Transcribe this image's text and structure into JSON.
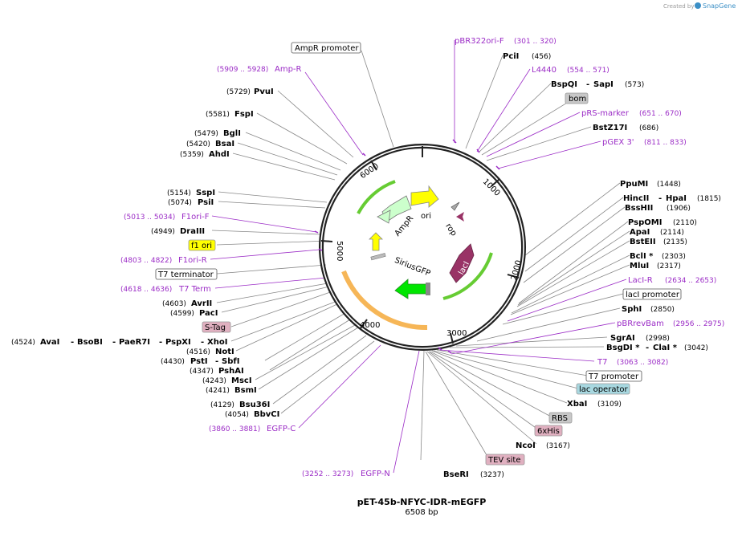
{
  "header": {
    "created_by": "Created by",
    "brand": "SnapGene"
  },
  "plasmid": {
    "name": "pET-45b-NFYC-IDR-mEGFP",
    "length": "6508 bp",
    "ticks": [
      "1000",
      "2000",
      "3000",
      "4000",
      "5000",
      "6000"
    ]
  },
  "features": {
    "ori": "ori",
    "rop": "rop",
    "ampr": "AmpR",
    "laci": "lacI",
    "siriusgfp": "SiriusGFP"
  },
  "labels": {
    "ampr_promoter": "AmpR promoter",
    "amp_r": "Amp-R",
    "amp_r_range": "(5909 .. 5928)",
    "pvui": "PvuI",
    "pvui_pos": "(5729)",
    "fspi": "FspI",
    "fspi_pos": "(5581)",
    "bgli": "BglI",
    "bgli_pos": "(5479)",
    "bsai": "BsaI",
    "bsai_pos": "(5420)",
    "ahdi": "AhdI",
    "ahdi_pos": "(5359)",
    "sspi": "SspI",
    "sspi_pos": "(5154)",
    "psii": "PsiI",
    "psii_pos": "(5074)",
    "f1ori_f": "F1ori-F",
    "f1ori_f_range": "(5013 .. 5034)",
    "draiii": "DraIII",
    "draiii_pos": "(4949)",
    "f1_ori": "f1 ori",
    "f1ori_r": "F1ori-R",
    "f1ori_r_range": "(4803 .. 4822)",
    "t7_terminator": "T7 terminator",
    "t7_term": "T7 Term",
    "t7_term_range": "(4618 .. 4636)",
    "avrii": "AvrII",
    "avrii_pos": "(4603)",
    "paci": "PacI",
    "paci_pos": "(4599)",
    "s_tag": "S-Tag",
    "multi_pos": "(4524)",
    "avai": "AvaI",
    "bsobi": "BsoBI",
    "paer7i": "PaeR7I",
    "pspxi": "PspXI",
    "xhoi": "XhoI",
    "noti": "NotI",
    "noti_pos": "(4516)",
    "psti": "PstI",
    "sbfi": "SbfI",
    "psti_pos": "(4430)",
    "pshai": "PshAI",
    "pshai_pos": "(4347)",
    "msci": "MscI",
    "msci_pos": "(4243)",
    "bsmi": "BsmI",
    "bsmi_pos": "(4241)",
    "bsu36i": "Bsu36I",
    "bsu36i_pos": "(4129)",
    "bbvci": "BbvCI",
    "bbvci_pos": "(4054)",
    "egfp_c": "EGFP-C",
    "egfp_c_range": "(3860 .. 3881)",
    "egfp_n": "EGFP-N",
    "egfp_n_range": "(3252 .. 3273)",
    "bseri": "BseRI",
    "bseri_pos": "(3237)",
    "tev_site": "TEV site",
    "ncoi": "NcoI",
    "ncoi_pos": "(3167)",
    "his6": "6xHis",
    "rbs": "RBS",
    "xbai": "XbaI",
    "xbai_pos": "(3109)",
    "lac_operator": "lac operator",
    "t7_promoter": "T7 promoter",
    "t7": "T7",
    "t7_range": "(3063 .. 3082)",
    "bsgdi": "BsgDI *",
    "clai": "ClaI *",
    "clai_pos": "(3042)",
    "sgrai": "SgrAI",
    "sgrai_pos": "(2998)",
    "pbrrevbam": "pBRrevBam",
    "pbrrevbam_range": "(2956 .. 2975)",
    "sphi": "SphI",
    "sphi_pos": "(2850)",
    "laci_promoter": "lacI promoter",
    "laci_r": "LacI-R",
    "laci_r_range": "(2634 .. 2653)",
    "mlui": "MluI",
    "mlui_pos": "(2317)",
    "bcli": "BclI *",
    "bcli_pos": "(2303)",
    "bsteii": "BstEII",
    "bsteii_pos": "(2135)",
    "apai": "ApaI",
    "apai_pos": "(2114)",
    "pspomi": "PspOMI",
    "pspomi_pos": "(2110)",
    "bsshii": "BssHII",
    "bsshii_pos": "(1906)",
    "hincii": "HincII",
    "hpai": "HpaI",
    "hpai_pos": "(1815)",
    "ppumi": "PpuMI",
    "ppumi_pos": "(1448)",
    "pgex3": "pGEX 3'",
    "pgex3_range": "(811 .. 833)",
    "bstz17i": "BstZ17I",
    "bstz17i_pos": "(686)",
    "prs_marker": "pRS-marker",
    "prs_marker_range": "(651 .. 670)",
    "bom": "bom",
    "bspqi": "BspQI",
    "sapi": "SapI",
    "sapi_pos": "(573)",
    "l4440": "L4440",
    "l4440_range": "(554 .. 571)",
    "pcii": "PciI",
    "pcii_pos": "(456)",
    "pbr322ori_f": "pBR322ori-F",
    "pbr322ori_f_range": "(301 .. 320)"
  },
  "colors": {
    "primer": "#9b2cc6",
    "ori": "#ffff00",
    "ampr": "#ccffcc",
    "laci": "#993366",
    "gfp": "#00e600",
    "f1ori_box": "#ffff00",
    "s_tag_box": "#e0b0c0",
    "lac_operator_box": "#a8d8e0",
    "rbs_box": "#c8c8c8",
    "bom_box": "#c8c8c8",
    "his_box": "#e0b0c0",
    "tev_box": "#e0b0c0"
  }
}
